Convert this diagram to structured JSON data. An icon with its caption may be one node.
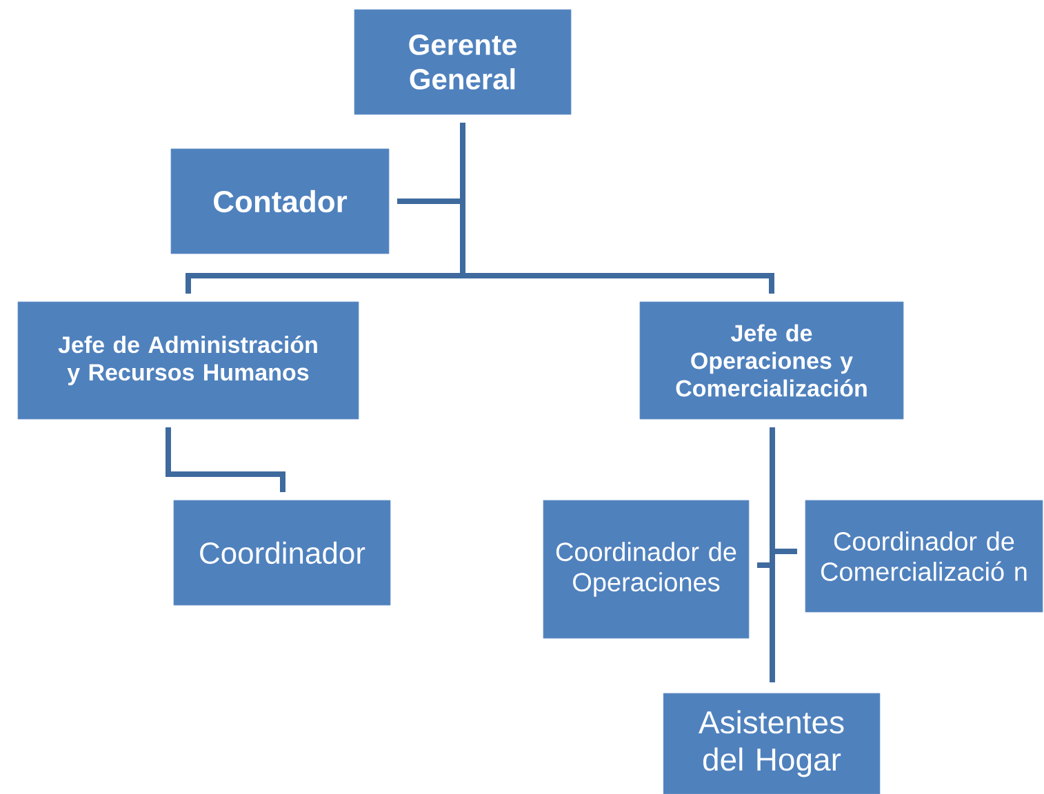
{
  "diagram": {
    "nodes": [
      {
        "text": [
          "Gerente General"
        ]
      },
      {
        "text": [
          "Contador"
        ]
      },
      {
        "text": [
          "Jefe de Administración y Recursos Humanos"
        ]
      },
      {
        "text": [
          "Jefe de Operaciones y Comercialización"
        ]
      },
      {
        "text": [
          "Coordinador"
        ]
      },
      {
        "text": [
          "Coordinador de Operaciones"
        ]
      },
      {
        "text": [
          "Coordinador de Comercializació n"
        ]
      },
      {
        "text": [
          "Asistentes del Hogar"
        ]
      }
    ],
    "edges": [
      {
        "from": 0,
        "to": 1,
        "arrow": "none"
      },
      {
        "from": 0,
        "to": 2,
        "arrow": "none"
      },
      {
        "from": 0,
        "to": 3,
        "arrow": "none"
      },
      {
        "from": 2,
        "to": 4,
        "arrow": "none"
      },
      {
        "from": 3,
        "to": 5,
        "arrow": "none"
      },
      {
        "from": 3,
        "to": 6,
        "arrow": "none"
      },
      {
        "from": 3,
        "to": 7,
        "arrow": "none"
      }
    ]
  }
}
